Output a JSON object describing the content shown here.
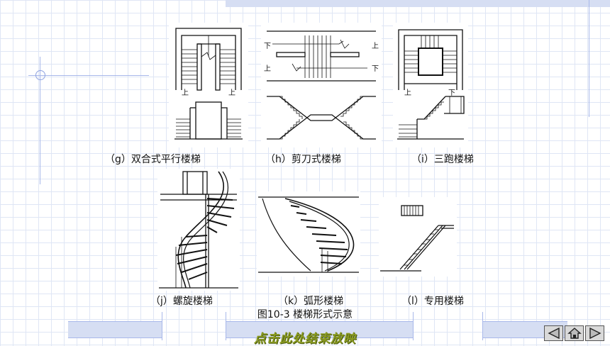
{
  "captions": {
    "g": "（g）双合式平行楼梯",
    "h": "（h）剪刀式楼梯",
    "i": "（i）三跑楼梯",
    "j": "（j）螺旋楼梯",
    "k": "（k）弧形楼梯",
    "l": "（l）专用楼梯"
  },
  "plan_labels": {
    "up": "上",
    "down": "下"
  },
  "figure_title": "图10-3  楼梯形式示意",
  "footer": {
    "end_show": "点击此处结束放映"
  },
  "nav": [
    "prev-icon",
    "home-icon",
    "next-icon"
  ]
}
